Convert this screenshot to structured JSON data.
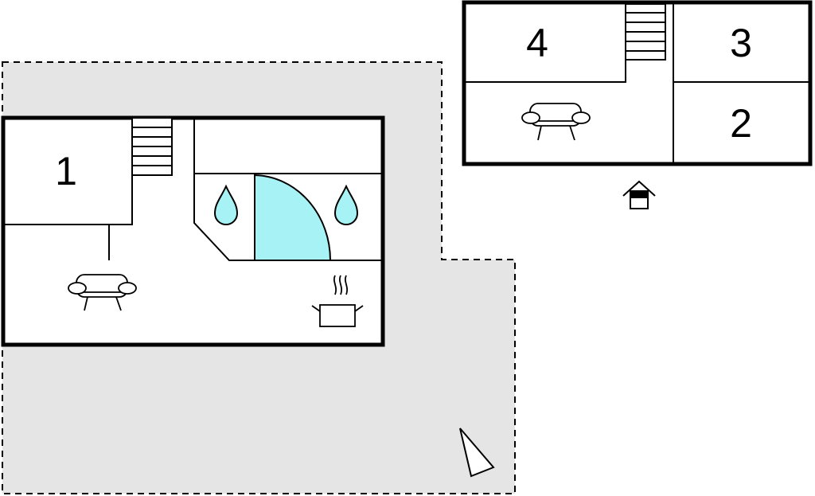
{
  "floor_plan": {
    "ground_floor": {
      "rooms": [
        {
          "id": "room-1",
          "label": "1"
        }
      ],
      "icons": [
        "stairs-icon",
        "sofa-icon",
        "shower-icon",
        "water-drop-icon",
        "water-drop-icon",
        "cooking-pot-icon"
      ]
    },
    "upper_floor": {
      "rooms": [
        {
          "id": "room-4",
          "label": "4"
        },
        {
          "id": "room-3",
          "label": "3"
        },
        {
          "id": "room-2",
          "label": "2"
        }
      ],
      "icons": [
        "stairs-icon",
        "sofa-icon",
        "house-entrance-icon"
      ]
    },
    "north_arrow": "north-arrow-icon",
    "colors": {
      "walls": "#000000",
      "terrace": "#e5e5e5",
      "shower": "#a6f2f4",
      "background": "#ffffff"
    }
  }
}
